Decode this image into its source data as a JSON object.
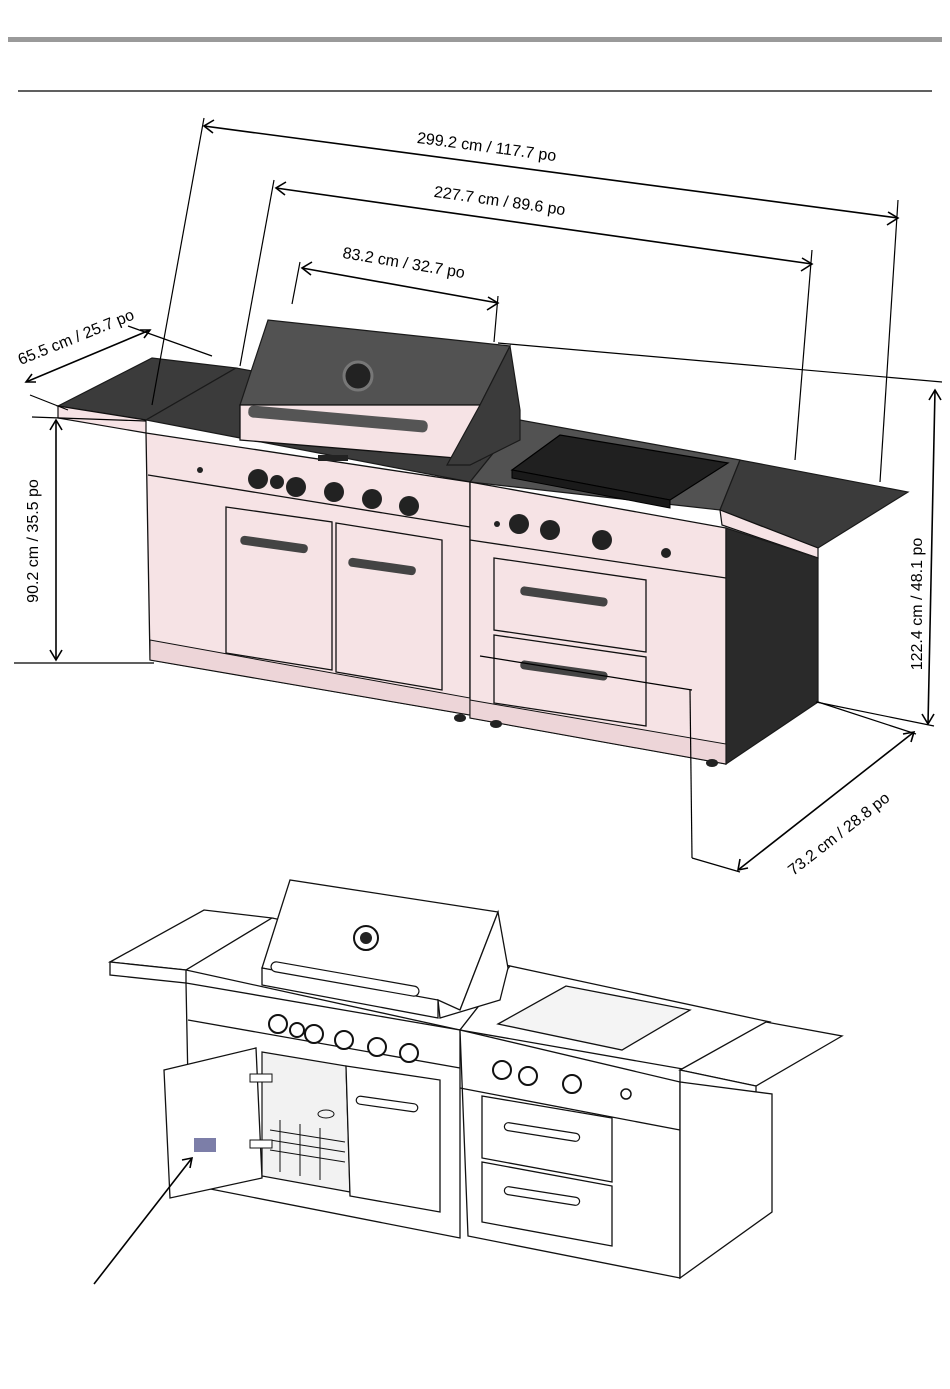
{
  "page_title": "",
  "colors": {
    "header_rule": "#9a9a9a",
    "cabinet_tint": "#f6e3e5",
    "dark_surface": "#3b3b3b",
    "label_plate": "#7c7ea8"
  },
  "dimensions": {
    "overall_width": "299.2 cm / 117.7 po",
    "cabinet_width": "227.7 cm / 89.6 po",
    "grill_hood_width": "83.2 cm / 32.7 po",
    "side_shelf_depth": "65.5 cm / 25.7 po",
    "counter_height": "90.2 cm / 35.5 po",
    "overall_height": "122.4 cm / 48.1 po",
    "overall_depth": "73.2 cm / 28.8 po"
  },
  "figures": [
    {
      "name": "dimensioned-view",
      "description_icon": "grill-island-closed"
    },
    {
      "name": "open-door-view",
      "description_icon": "grill-island-open-door"
    }
  ]
}
